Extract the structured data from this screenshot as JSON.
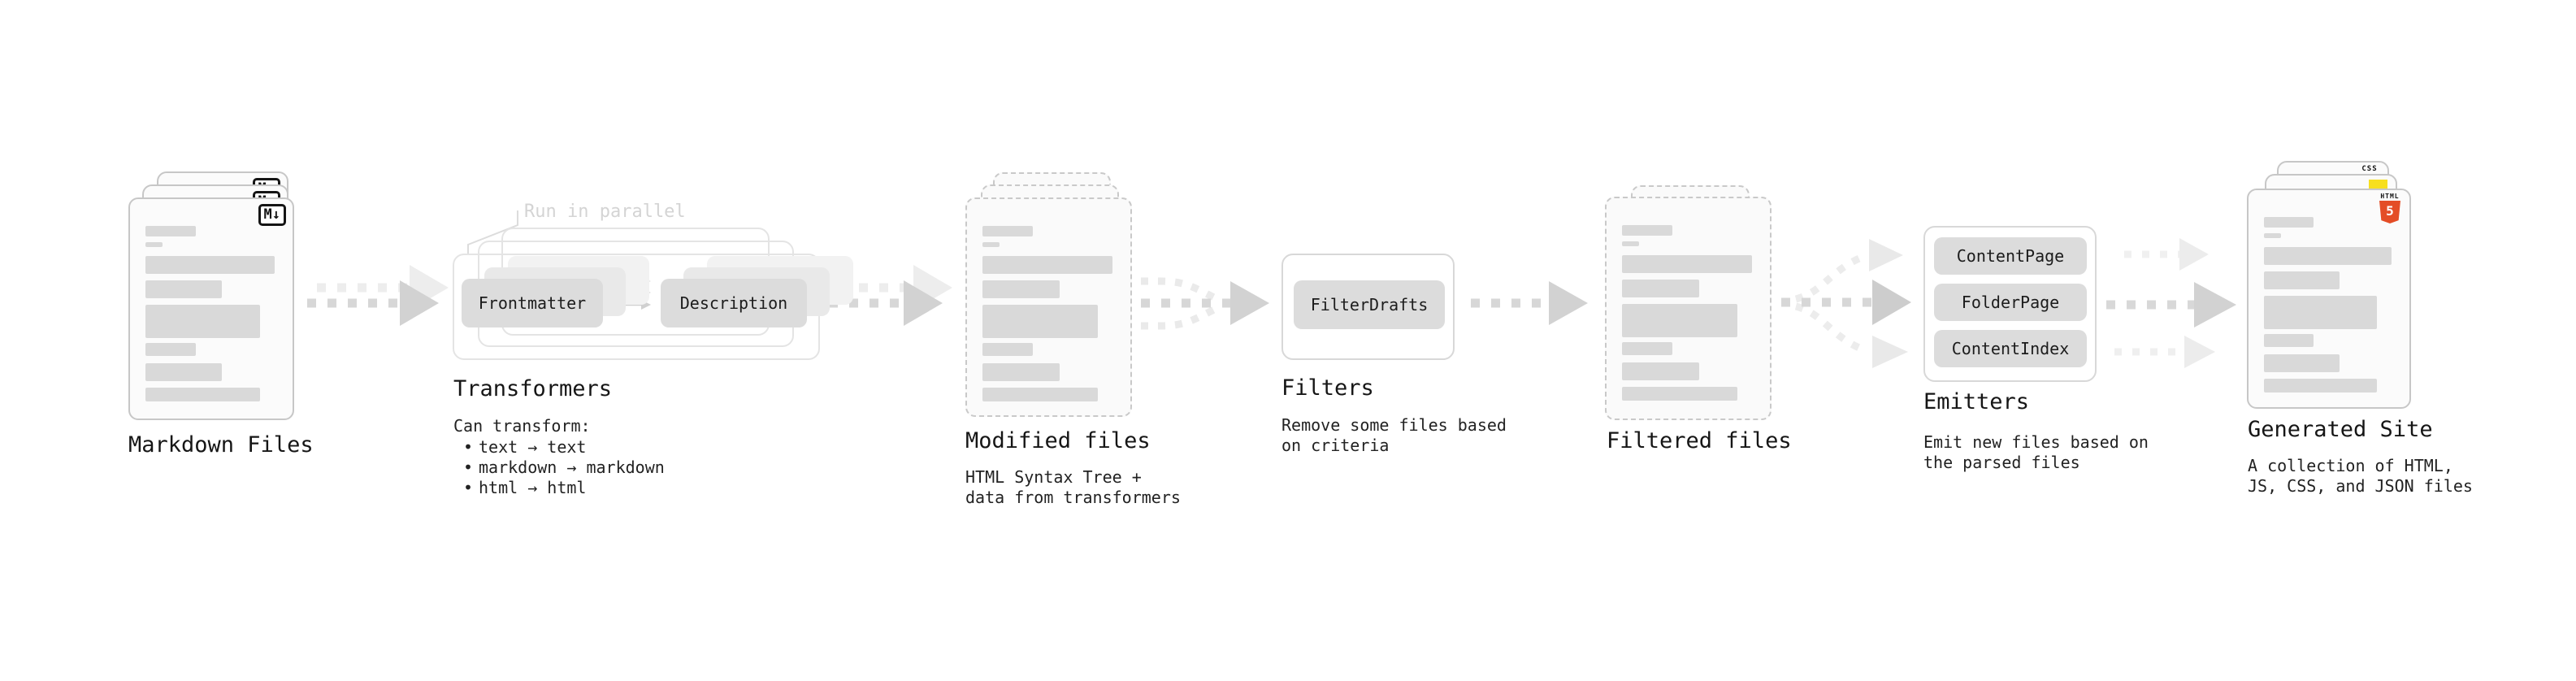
{
  "diagram": {
    "annotation": {
      "run_in_parallel": "Run in parallel"
    },
    "stages": {
      "markdown_files": {
        "title": "Markdown Files",
        "badge": "M↓"
      },
      "transformers": {
        "title": "Transformers",
        "pill_left": "Frontmatter",
        "pill_right": "Description",
        "desc_heading": "Can transform:",
        "bullet_char": "•",
        "bullets": [
          "text → text",
          "markdown → markdown",
          "html → html"
        ]
      },
      "modified_files": {
        "title": "Modified files",
        "desc": [
          "HTML Syntax Tree +",
          "data from transformers"
        ]
      },
      "filters": {
        "title": "Filters",
        "pill": "FilterDrafts",
        "desc": [
          "Remove some files based",
          "on criteria"
        ]
      },
      "filtered_files": {
        "title": "Filtered files"
      },
      "emitters": {
        "title": "Emitters",
        "pills": [
          "ContentPage",
          "FolderPage",
          "ContentIndex"
        ],
        "desc": [
          "Emit new files based on",
          "the parsed files"
        ]
      },
      "generated_site": {
        "title": "Generated Site",
        "desc": [
          "A collection of HTML,",
          "JS, CSS, and JSON files"
        ],
        "badge_css": "CSS",
        "badge_html_label": "HTML",
        "badge_html_number": "5"
      }
    },
    "colors": {
      "bar_gray": "#d9d9d9",
      "pill_gray": "#dcdcdc",
      "arrow_gray": "#d7d7d7",
      "arrow_light": "#ececec",
      "html5_orange": "#e44d26",
      "js_yellow": "#f7df1e",
      "css_blue": "#2b65e8",
      "annotation_gray": "#d4d4d4"
    }
  }
}
